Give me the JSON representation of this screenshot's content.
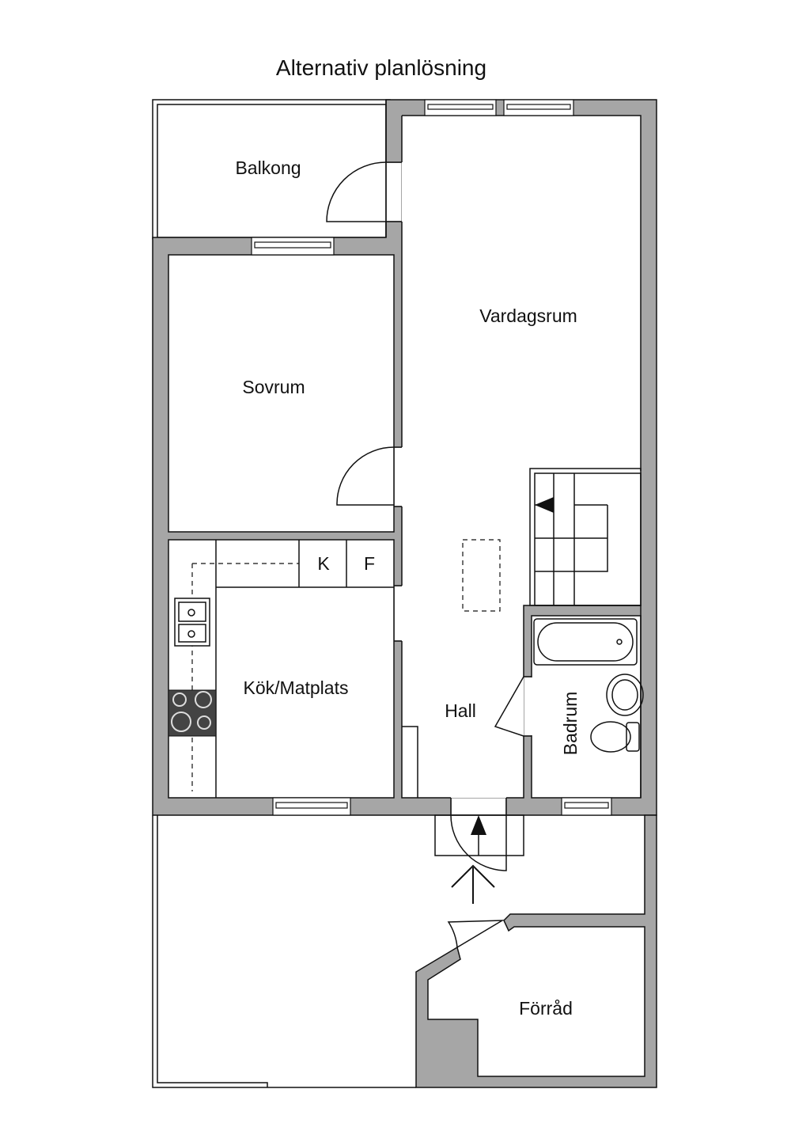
{
  "title": "Alternativ planlösning",
  "rooms": {
    "balkong": "Balkong",
    "vardagsrum": "Vardagsrum",
    "sovrum": "Sovrum",
    "kok": "Kök/Matplats",
    "hall": "Hall",
    "badrum": "Badrum",
    "forrad": "Förråd"
  },
  "appliances": {
    "fridge": "K",
    "freezer": "F"
  },
  "colors": {
    "wall": "#a6a6a6",
    "line": "#111111"
  }
}
